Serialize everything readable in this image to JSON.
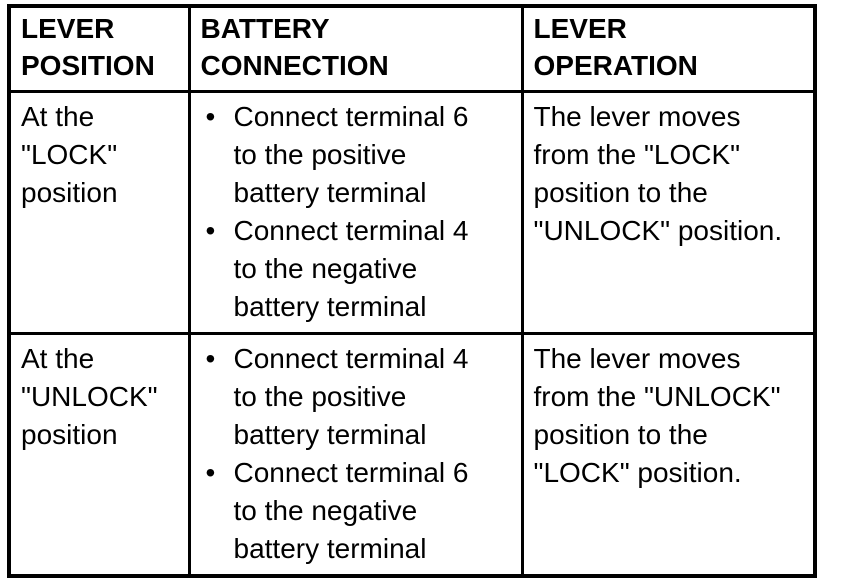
{
  "page": {
    "background": "#ffffff",
    "text_color": "#000000",
    "border_color": "#000000"
  },
  "icons": {
    "bullet": "•"
  },
  "table": {
    "headers": [
      {
        "label": "LEVER\nPOSITION"
      },
      {
        "label": "BATTERY\nCONNECTION"
      },
      {
        "label": "LEVER\nOPERATION"
      }
    ],
    "rows": [
      {
        "lever_position": "At the\n\"LOCK\"\nposition",
        "battery_connection": [
          "Connect terminal 6\nto the positive\nbattery terminal",
          "Connect terminal 4\nto the negative\nbattery terminal"
        ],
        "lever_operation": "The lever moves\nfrom the \"LOCK\"\nposition to the\n\"UNLOCK\" position."
      },
      {
        "lever_position": "At the\n\"UNLOCK\"\nposition",
        "battery_connection": [
          "Connect terminal 4\nto the positive\nbattery terminal",
          "Connect terminal 6\nto the negative\nbattery terminal"
        ],
        "lever_operation": "The lever moves\nfrom the \"UNLOCK\"\nposition to the\n\"LOCK\" position."
      }
    ]
  }
}
